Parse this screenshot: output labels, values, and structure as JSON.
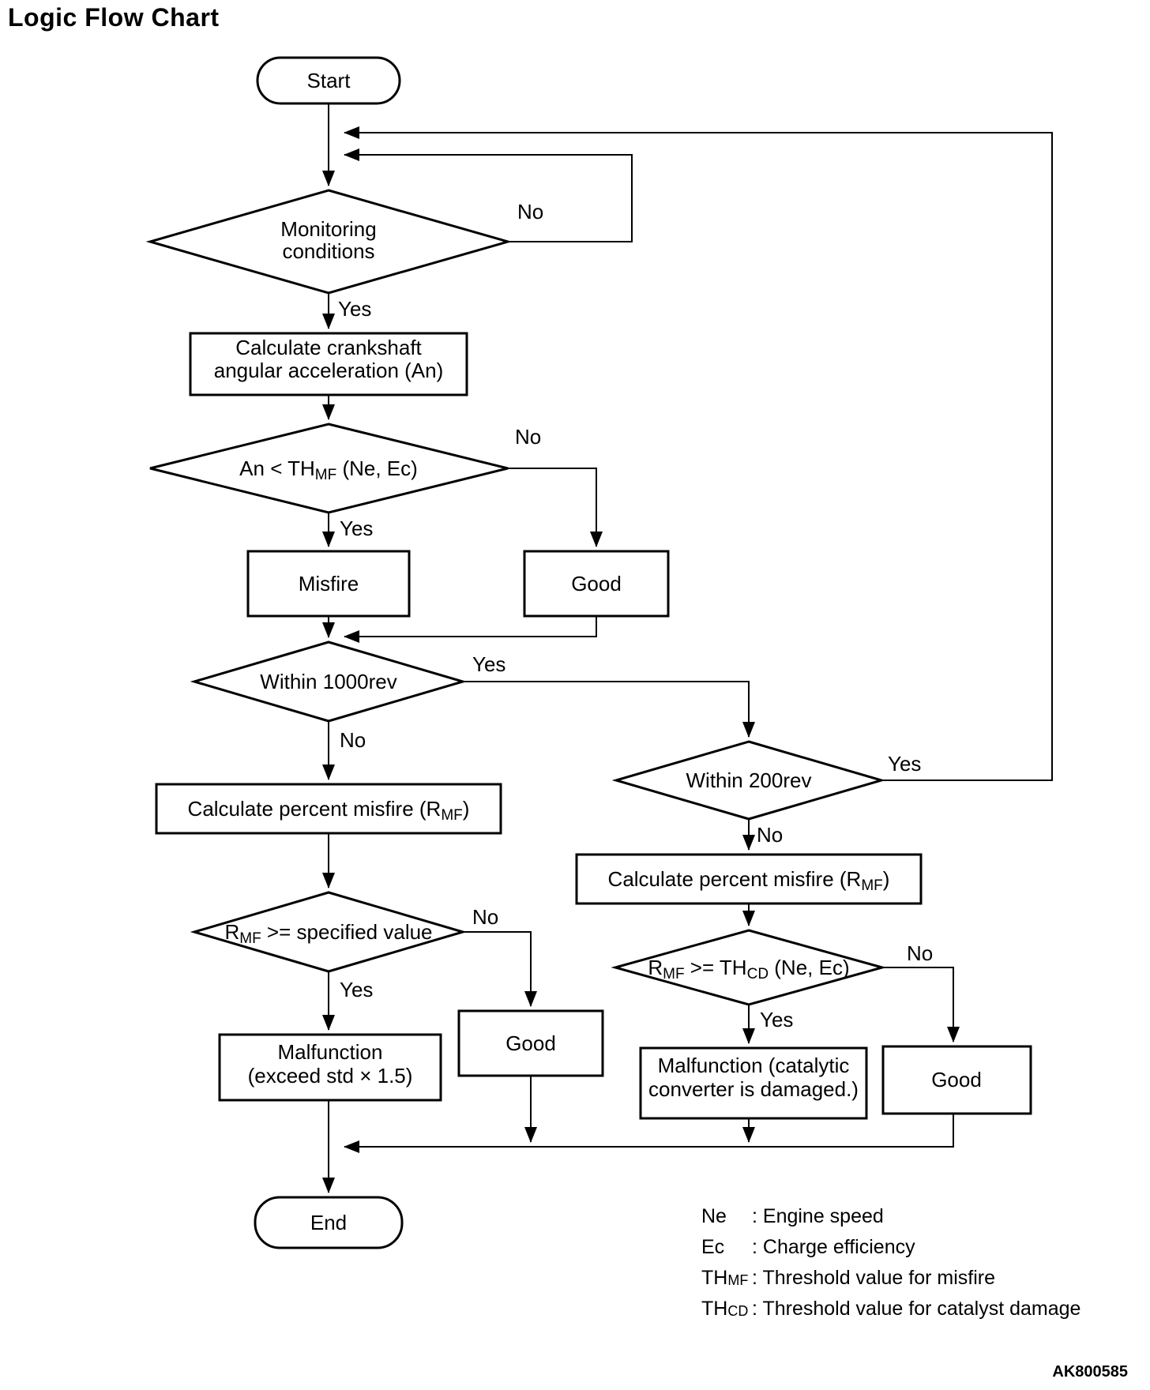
{
  "title": "Logic Flow Chart",
  "footer": "AK800585",
  "colors": {
    "line": "#000000",
    "background": "#ffffff"
  },
  "labels": {
    "yes": "Yes",
    "no": "No"
  },
  "nodes": {
    "start": "Start",
    "monitoring": {
      "line1": "Monitoring",
      "line2": "conditions"
    },
    "calc_accel": {
      "line1": "Calculate crankshaft",
      "line2": "angular acceleration (An)"
    },
    "an_thmf": {
      "pre": "An < TH",
      "sub": "MF",
      "post": " (Ne, Ec)"
    },
    "misfire": "Misfire",
    "good1": "Good",
    "within1000": "Within 1000rev",
    "calc_rmf_left": {
      "pre": "Calculate percent misfire (R",
      "sub": "MF",
      "post": ")"
    },
    "rmf_spec": {
      "pre": "R",
      "sub": "MF",
      "post": " >= specified value"
    },
    "good2": "Good",
    "malfunction_std": {
      "line1": "Malfunction",
      "line2": "(exceed std × 1.5)"
    },
    "within200": "Within 200rev",
    "calc_rmf_right": {
      "pre": "Calculate percent misfire (R",
      "sub": "MF",
      "post": ")"
    },
    "rmf_thcd": {
      "p1": "R",
      "s1": "MF",
      "p2": " >= TH",
      "s2": "CD",
      "p3": " (Ne, Ec)"
    },
    "malfunction_cat": {
      "line1": "Malfunction (catalytic",
      "line2": "converter is damaged.)"
    },
    "good3": "Good",
    "end": "End"
  },
  "legend": {
    "rows": [
      {
        "term": "Ne",
        "sub": "",
        "desc": ": Engine speed"
      },
      {
        "term": "Ec",
        "sub": "",
        "desc": ": Charge efficiency"
      },
      {
        "term": "TH",
        "sub": "MF",
        "desc": ": Threshold value for misfire"
      },
      {
        "term": "TH",
        "sub": "CD",
        "desc": ": Threshold value for catalyst damage"
      }
    ]
  }
}
